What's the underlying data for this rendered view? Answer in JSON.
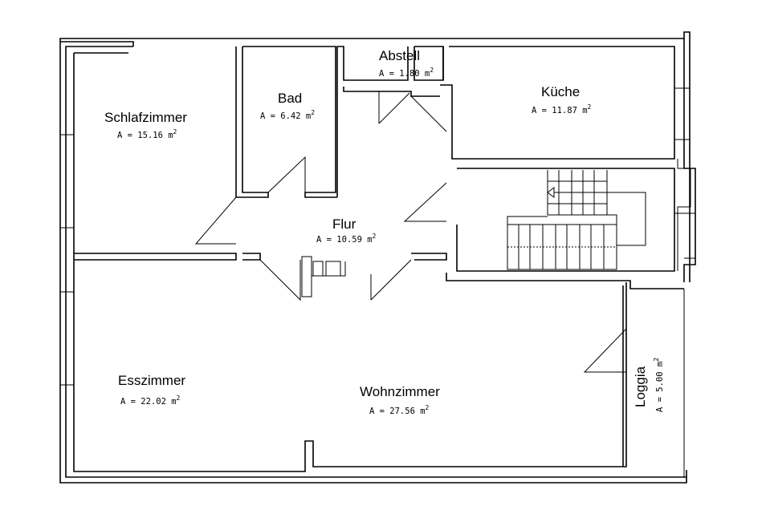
{
  "rooms": [
    {
      "id": "schlafzimmer",
      "name": "Schlafzimmer",
      "area": "A = 15.16 m",
      "unit_exp": "2"
    },
    {
      "id": "bad",
      "name": "Bad",
      "area": "A = 6.42 m",
      "unit_exp": "2"
    },
    {
      "id": "abstell",
      "name": "Abstell",
      "area": "A = 1.80 m",
      "unit_exp": "2"
    },
    {
      "id": "kueche",
      "name": "Küche",
      "area": "A = 11.87 m",
      "unit_exp": "2"
    },
    {
      "id": "flur",
      "name": "Flur",
      "area": "A = 10.59 m",
      "unit_exp": "2"
    },
    {
      "id": "esszimmer",
      "name": "Esszimmer",
      "area": "A = 22.02 m",
      "unit_exp": "2"
    },
    {
      "id": "wohnzimmer",
      "name": "Wohnzimmer",
      "area": "A = 27.56 m",
      "unit_exp": "2"
    },
    {
      "id": "loggia",
      "name": "Loggia",
      "area": "A = 5.00 m",
      "unit_exp": "2"
    }
  ]
}
